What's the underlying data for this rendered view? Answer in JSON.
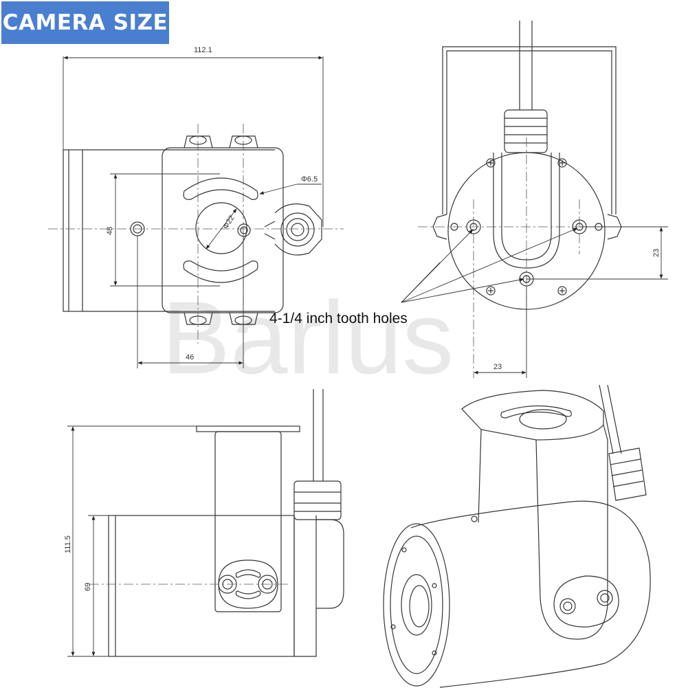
{
  "badge": {
    "label": "CAMERA SIZE",
    "color": "#4a7fcf"
  },
  "watermark": "Barlus",
  "callout": "4-1/4 inch tooth holes",
  "dimensions": {
    "width_total": "112.1",
    "hole_dia": "Φ6.5",
    "center_dia": "Φ22",
    "slot_spacing": "48",
    "hole_offset": "46",
    "rear_vertical": "23",
    "rear_horizontal": "23",
    "height_total": "111.5",
    "body_dia": "69"
  }
}
